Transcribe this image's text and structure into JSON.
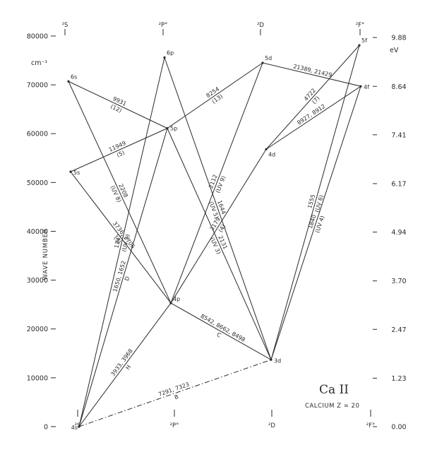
{
  "title": "Ca II",
  "subtitle": "CALCIUM  Z = 20",
  "units": {
    "left": "cm⁻¹",
    "right": "eV"
  },
  "axis_label": "WAVE NUMBER",
  "y_ticks": [
    "0",
    "10000",
    "20000",
    "30000",
    "40000",
    "50000",
    "60000",
    "70000",
    "80000"
  ],
  "ev_ticks": [
    "0.00",
    "1.23",
    "2.47",
    "3.70",
    "4.94",
    "6.17",
    "7.41",
    "8.64",
    "9.88"
  ],
  "columns": {
    "top": [
      "²S",
      "²P°",
      "²D",
      "²F°"
    ],
    "bottom": [
      "²S",
      "²P°",
      "²D",
      "²F°"
    ]
  },
  "levels": [
    {
      "id": "4s",
      "label": "4s"
    },
    {
      "id": "5s",
      "label": "5s"
    },
    {
      "id": "6s",
      "label": "6s"
    },
    {
      "id": "4p",
      "label": "4p"
    },
    {
      "id": "5p",
      "label": "5p"
    },
    {
      "id": "6p",
      "label": "6p"
    },
    {
      "id": "3d",
      "label": "3d"
    },
    {
      "id": "4d",
      "label": "4d"
    },
    {
      "id": "5d",
      "label": "5d"
    },
    {
      "id": "4f",
      "label": "4f"
    },
    {
      "id": "5f",
      "label": "5f"
    }
  ],
  "transitions": [
    {
      "id": "4s-4p",
      "from": "4s",
      "to": "4p",
      "lines": [
        "3933, 3968",
        "H"
      ]
    },
    {
      "id": "4s-5p",
      "from": "4s",
      "to": "5p",
      "lines": [
        "1650, 1652",
        "D"
      ]
    },
    {
      "id": "4s-6p",
      "from": "4s",
      "to": "6p",
      "lines": [
        "1342",
        "(UV 2)"
      ]
    },
    {
      "id": "4s-3d",
      "from": "4s",
      "to": "3d",
      "lines": [
        "7291, 7323",
        "B"
      ],
      "dashed": true
    },
    {
      "id": "4p-5s",
      "from": "4p",
      "to": "5s",
      "lines": [
        "3736, 3706",
        "(3)"
      ]
    },
    {
      "id": "4p-6s",
      "from": "4p",
      "to": "6s",
      "lines": [
        "2208",
        "(UV 8)"
      ]
    },
    {
      "id": "4p-3d",
      "from": "4p",
      "to": "3d",
      "lines": [
        "8542, 8662, 8498",
        "C"
      ]
    },
    {
      "id": "4p-4d",
      "from": "4p",
      "to": "4d",
      "lines": [
        "3179",
        "(4)"
      ]
    },
    {
      "id": "4p-5d",
      "from": "4p",
      "to": "5d",
      "lines": [
        "2112",
        "(UV 9)"
      ]
    },
    {
      "id": "5p-5s",
      "from": "5p",
      "to": "5s",
      "lines": [
        "11949",
        "(5)"
      ]
    },
    {
      "id": "5p-6s",
      "from": "5p",
      "to": "6s",
      "lines": [
        "9931",
        "(12)"
      ]
    },
    {
      "id": "5p-3d",
      "from": "5p",
      "to": "3d",
      "lines": [
        "2131",
        "(UV 3)"
      ]
    },
    {
      "id": "5p-5d",
      "from": "5p",
      "to": "5d",
      "lines": [
        "8254",
        "(13)"
      ]
    },
    {
      "id": "6p-3d",
      "from": "6p",
      "to": "3d",
      "lines": [
        "1644",
        "(UV 5)"
      ]
    },
    {
      "id": "3d-4f",
      "from": "3d",
      "to": "4f",
      "lines": [
        "1840",
        "(UV 4)"
      ]
    },
    {
      "id": "3d-5f",
      "from": "3d",
      "to": "5f",
      "lines": [
        "1555",
        "(UV 6)"
      ]
    },
    {
      "id": "4d-4f",
      "from": "4d",
      "to": "4f",
      "lines": [
        "8927, 8912"
      ]
    },
    {
      "id": "4d-5f",
      "from": "4d",
      "to": "5f",
      "lines": [
        "4722",
        "(7)"
      ]
    },
    {
      "id": "5d-4f",
      "from": "5d",
      "to": "4f",
      "lines": [
        "21389, 21429"
      ]
    }
  ],
  "chart_data": {
    "type": "energy-level diagram",
    "title": "Ca II",
    "ylabel": "WAVE NUMBER",
    "ylim": [
      0,
      80000
    ],
    "y_unit": "cm⁻¹",
    "ev_scale": [
      0.0,
      1.23,
      2.47,
      3.7,
      4.94,
      6.17,
      7.41,
      8.64,
      9.88
    ],
    "levels": [
      {
        "name": "4s",
        "term": "²S",
        "wavenumber": 0
      },
      {
        "name": "5s",
        "term": "²S",
        "wavenumber": 52200
      },
      {
        "name": "6s",
        "term": "²S",
        "wavenumber": 70700
      },
      {
        "name": "4p",
        "term": "²P°",
        "wavenumber": 25300
      },
      {
        "name": "5p",
        "term": "²P°",
        "wavenumber": 61100
      },
      {
        "name": "6p",
        "term": "²P°",
        "wavenumber": 75600
      },
      {
        "name": "3d",
        "term": "²D",
        "wavenumber": 13700
      },
      {
        "name": "4d",
        "term": "²D",
        "wavenumber": 56800
      },
      {
        "name": "5d",
        "term": "²D",
        "wavenumber": 74500
      },
      {
        "name": "4f",
        "term": "²F°",
        "wavenumber": 69700
      },
      {
        "name": "5f",
        "term": "²F°",
        "wavenumber": 78100
      }
    ]
  }
}
